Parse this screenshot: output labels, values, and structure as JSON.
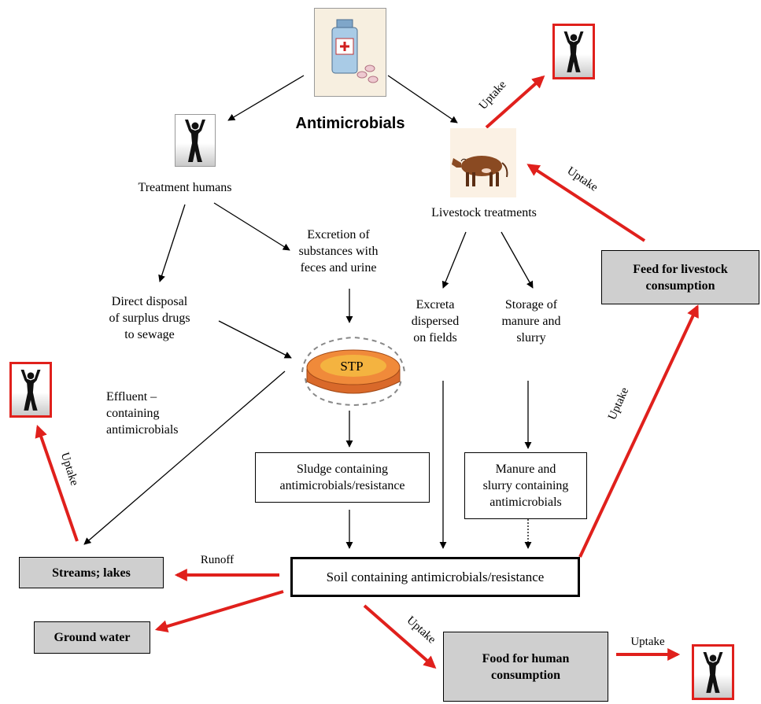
{
  "title": "Antimicrobials",
  "nodes": {
    "treatment_humans": "Treatment humans",
    "livestock_treatments": "Livestock treatments",
    "excretion": [
      "Excretion of",
      "substances with",
      "feces and urine"
    ],
    "direct_disposal": [
      "Direct disposal",
      "of surplus drugs",
      "to sewage"
    ],
    "excreta_dispersed": [
      "Excreta",
      "dispersed",
      "on fields"
    ],
    "storage_manure": [
      "Storage of",
      "manure and",
      "slurry"
    ],
    "stp": "STP",
    "effluent": [
      "Effluent –",
      "containing",
      "antimicrobials"
    ],
    "sludge": [
      "Sludge containing",
      "antimicrobials/resistance"
    ],
    "manure_slurry": [
      "Manure and",
      "slurry containing",
      "antimicrobials"
    ],
    "soil": "Soil containing antimicrobials/resistance",
    "streams_lakes": "Streams; lakes",
    "ground_water": "Ground water",
    "feed_livestock": [
      "Feed for livestock",
      "consumption"
    ],
    "food_human": [
      "Food for human",
      "consumption"
    ]
  },
  "edge_labels": {
    "runoff": "Runoff",
    "uptake_livestock_human": "Uptake",
    "uptake_feed_livestock": "Uptake",
    "uptake_soil_feed": "Uptake",
    "uptake_streams_human": "Uptake",
    "uptake_soil_food": "Uptake",
    "uptake_food_human": "Uptake"
  },
  "colors": {
    "uptake_arrow": "#e0201c",
    "grey_box": "#cfcfcf",
    "stp_fill": "#f08a3a"
  },
  "icons": {
    "medicine": "medicine-bottle-icon",
    "cow": "cow-icon",
    "person": "person-arms-raised-icon"
  }
}
